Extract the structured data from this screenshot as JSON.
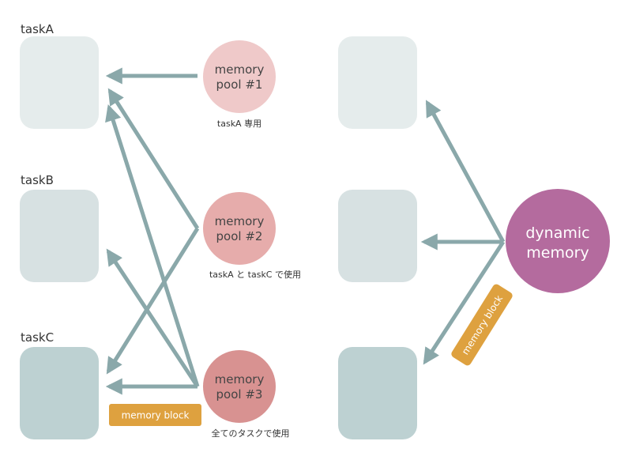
{
  "tasks": [
    {
      "label": "taskA"
    },
    {
      "label": "taskB"
    },
    {
      "label": "taskC"
    }
  ],
  "pools": [
    {
      "line1": "memory",
      "line2": "pool #1",
      "caption": "taskA 専用"
    },
    {
      "line1": "memory",
      "line2": "pool #2",
      "caption": "taskA と taskC で使用"
    },
    {
      "line1": "memory",
      "line2": "pool #3",
      "caption": "全てのタスクで使用"
    }
  ],
  "dynamic": {
    "line1": "dynamic",
    "line2": "memory"
  },
  "badges": {
    "left": "memory block",
    "right": "memory block"
  },
  "colors": {
    "box_light": "#e5ecec",
    "box_mid": "#d7e1e2",
    "box_dark": "#bdd1d2",
    "arrow": "#8aa8aa",
    "pool1": "#efc9c9",
    "pool2": "#e6acab",
    "pool3": "#d89291",
    "dynamic": "#b46b9e",
    "badge": "#dea13f"
  }
}
